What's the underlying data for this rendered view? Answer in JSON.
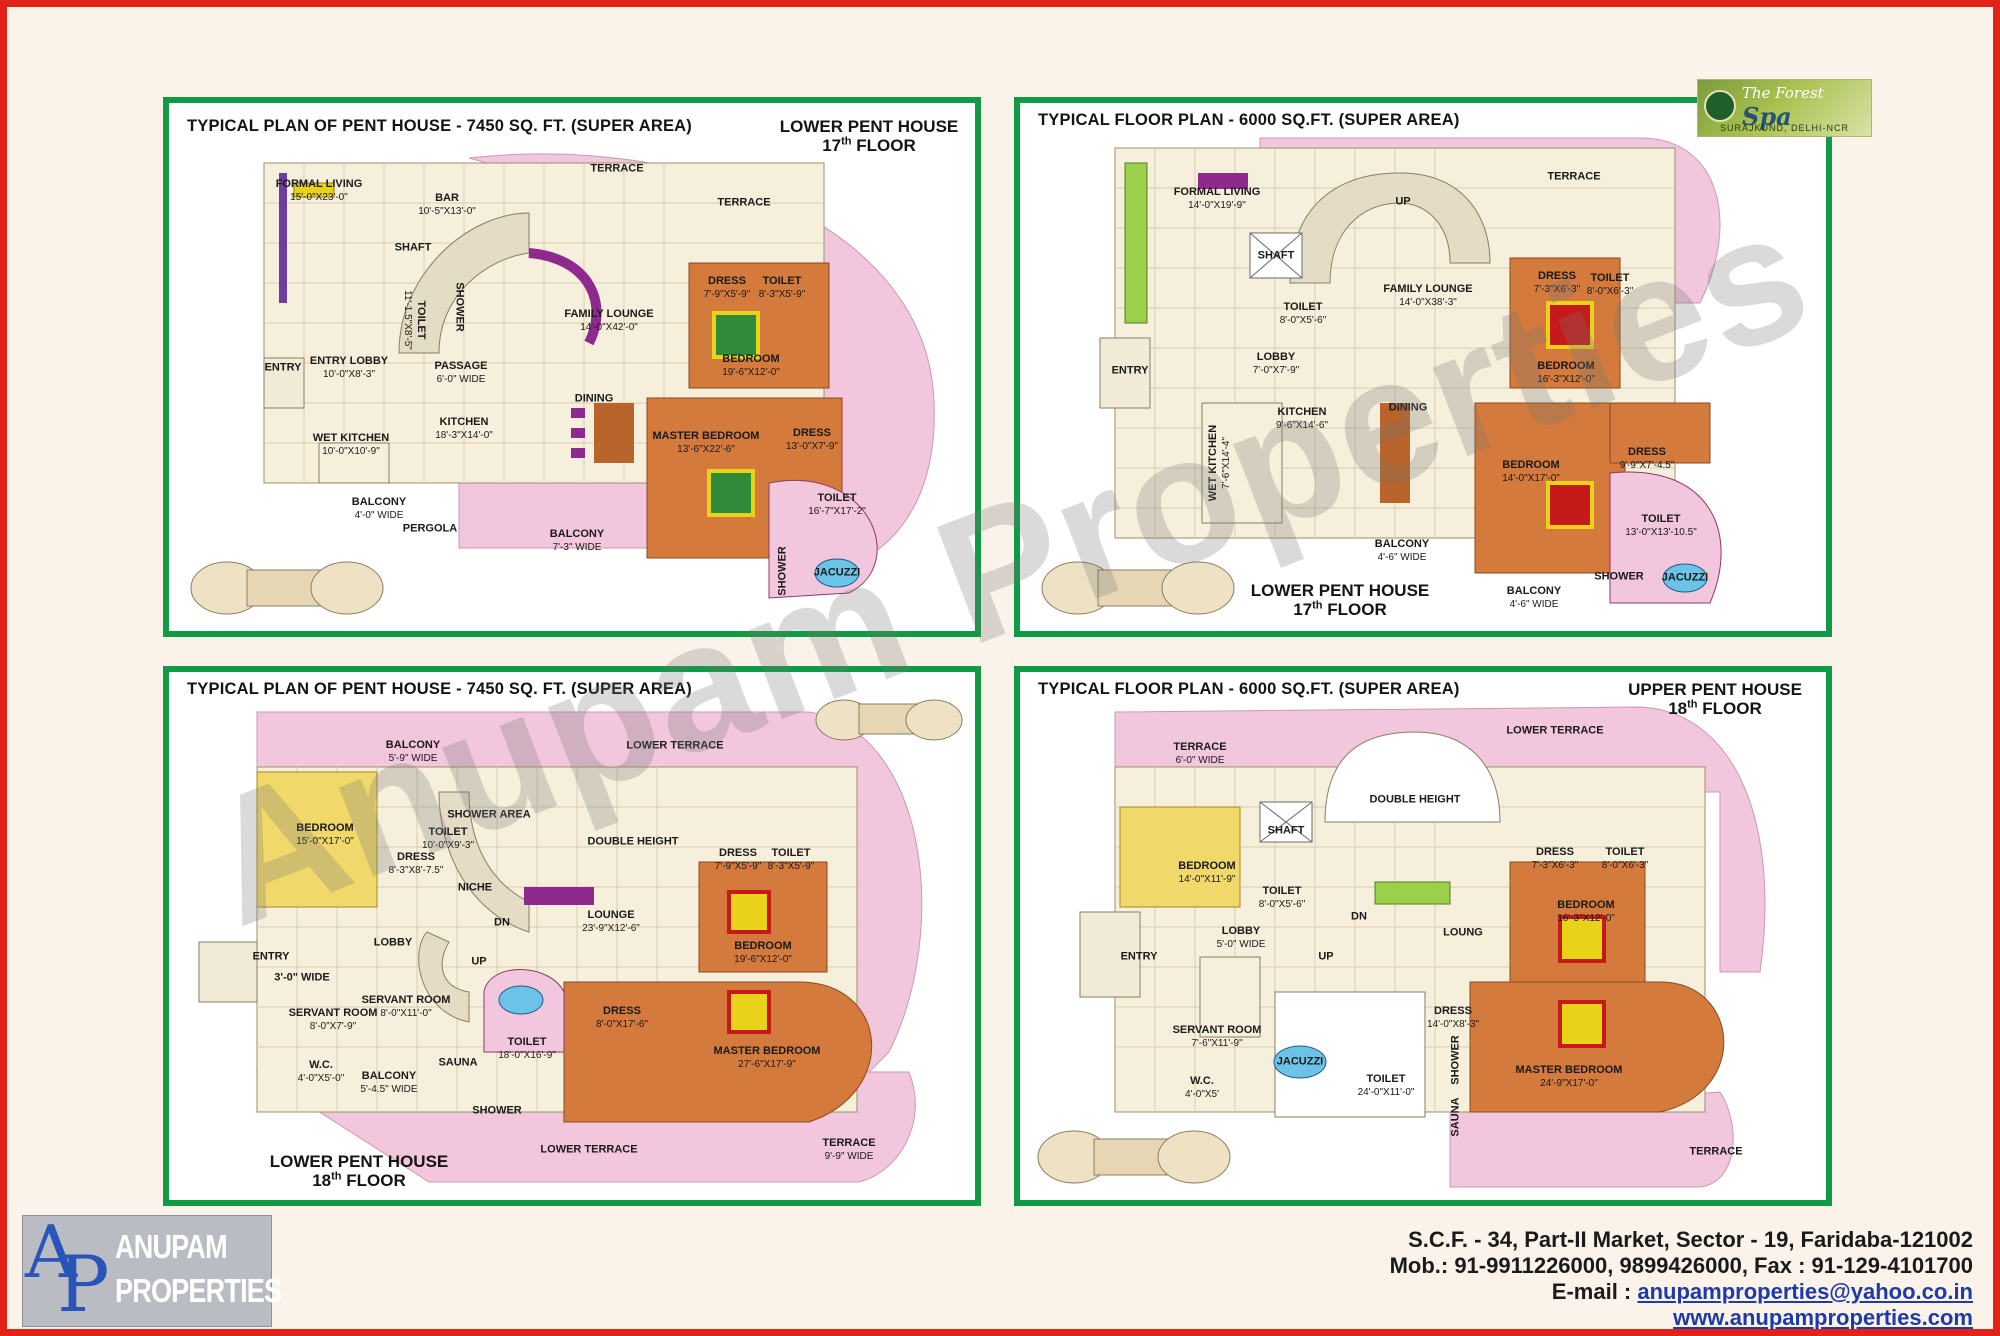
{
  "panels": [
    {
      "title": "TYPICAL PLAN OF PENT HOUSE - 7450 SQ. FT. (SUPER AREA)",
      "floor_label": "LOWER PENT HOUSE",
      "floor_number": "17",
      "floor_sup": "th",
      "floor_word": "FLOOR",
      "rooms": [
        {
          "name": "FORMAL LIVING",
          "dim": "15'-0\"X23'-0\""
        },
        {
          "name": "BAR",
          "dim": "10'-5\"X13'-0\""
        },
        {
          "name": "SHAFT",
          "dim": ""
        },
        {
          "name": "TOILET",
          "dim": "11'-1.5\"X8'-5\""
        },
        {
          "name": "SHOWER",
          "dim": ""
        },
        {
          "name": "TERRACE",
          "dim": ""
        },
        {
          "name": "TERRACE",
          "dim": ""
        },
        {
          "name": "FAMILY LOUNGE",
          "dim": "14'-0\"X42'-0\""
        },
        {
          "name": "DRESS",
          "dim": "7'-9\"X5'-9\""
        },
        {
          "name": "TOILET",
          "dim": "8'-3\"X5'-9\""
        },
        {
          "name": "BEDROOM",
          "dim": "19'-6\"X12'-0\""
        },
        {
          "name": "ENTRY",
          "dim": ""
        },
        {
          "name": "ENTRY LOBBY",
          "dim": "10'-0\"X8'-3\""
        },
        {
          "name": "PASSAGE",
          "dim": "6'-0\" WIDE"
        },
        {
          "name": "DINING",
          "dim": ""
        },
        {
          "name": "KITCHEN",
          "dim": "18'-3\"X14'-0\""
        },
        {
          "name": "WET KITCHEN",
          "dim": "10'-0\"X10'-9\""
        },
        {
          "name": "MASTER BEDROOM",
          "dim": "13'-6\"X22'-6\""
        },
        {
          "name": "DRESS",
          "dim": "13'-0\"X7'-9\""
        },
        {
          "name": "TOILET",
          "dim": "16'-7\"X17'-2\""
        },
        {
          "name": "BALCONY",
          "dim": "4'-0\" WIDE"
        },
        {
          "name": "PERGOLA",
          "dim": ""
        },
        {
          "name": "BALCONY",
          "dim": "7'-3\" WIDE"
        },
        {
          "name": "SHOWER",
          "dim": ""
        },
        {
          "name": "JACUZZI",
          "dim": ""
        }
      ]
    },
    {
      "title": "TYPICAL FLOOR PLAN - 6000 SQ.FT. (SUPER AREA)",
      "floor_label": "LOWER PENT HOUSE",
      "floor_number": "17",
      "floor_sup": "th",
      "floor_word": "FLOOR",
      "rooms": [
        {
          "name": "FORMAL LIVING",
          "dim": "14'-0\"X19'-9\""
        },
        {
          "name": "UP",
          "dim": ""
        },
        {
          "name": "TERRACE",
          "dim": ""
        },
        {
          "name": "SHAFT",
          "dim": ""
        },
        {
          "name": "FAMILY LOUNGE",
          "dim": "14'-0\"X38'-3\""
        },
        {
          "name": "DRESS",
          "dim": "7'-3\"X6'-3\""
        },
        {
          "name": "TOILET",
          "dim": "8'-0\"X6'-3\""
        },
        {
          "name": "TOILET",
          "dim": "8'-0\"X5'-6\""
        },
        {
          "name": "BEDROOM",
          "dim": "16'-3\"X12'-0\""
        },
        {
          "name": "ENTRY",
          "dim": ""
        },
        {
          "name": "LOBBY",
          "dim": "7'-0\"X7'-9\""
        },
        {
          "name": "KITCHEN",
          "dim": "9'-6\"X14'-6\""
        },
        {
          "name": "DINING",
          "dim": ""
        },
        {
          "name": "WET KITCHEN",
          "dim": "7'-6\"X14'-4\""
        },
        {
          "name": "BEDROOM",
          "dim": "14'-0\"X17'-0\""
        },
        {
          "name": "DRESS",
          "dim": "9'-9\"X7'-4.5\""
        },
        {
          "name": "TOILET",
          "dim": "13'-0\"X13'-10.5\""
        },
        {
          "name": "BALCONY",
          "dim": "4'-6\" WIDE"
        },
        {
          "name": "SHOWER",
          "dim": ""
        },
        {
          "name": "JACUZZI",
          "dim": ""
        },
        {
          "name": "BALCONY",
          "dim": "4'-6\" WIDE"
        }
      ]
    },
    {
      "title": "TYPICAL PLAN OF PENT HOUSE - 7450 SQ. FT. (SUPER AREA)",
      "floor_label": "LOWER PENT HOUSE",
      "floor_number": "18",
      "floor_sup": "th",
      "floor_word": "FLOOR",
      "rooms": [
        {
          "name": "BALCONY",
          "dim": "5'-9\" WIDE"
        },
        {
          "name": "LOWER TERRACE",
          "dim": ""
        },
        {
          "name": "BEDROOM",
          "dim": "15'-0\"X17'-0\""
        },
        {
          "name": "SHOWER AREA",
          "dim": ""
        },
        {
          "name": "TOILET",
          "dim": "10'-0\"X9'-3\""
        },
        {
          "name": "DRESS",
          "dim": "8'-3\"X8'-7.5\""
        },
        {
          "name": "NICHE",
          "dim": ""
        },
        {
          "name": "DOUBLE HEIGHT",
          "dim": ""
        },
        {
          "name": "DRESS",
          "dim": "7'-9\"X5'-9\""
        },
        {
          "name": "TOILET",
          "dim": "8'-3\"X5'-9\""
        },
        {
          "name": "LOUNGE",
          "dim": "23'-9\"X12'-6\""
        },
        {
          "name": "BEDROOM",
          "dim": "19'-6\"X12'-0\""
        },
        {
          "name": "ENTRY",
          "dim": ""
        },
        {
          "name": "LOBBY",
          "dim": ""
        },
        {
          "name": "DN",
          "dim": ""
        },
        {
          "name": "UP",
          "dim": ""
        },
        {
          "name": "3'-0\" WIDE",
          "dim": ""
        },
        {
          "name": "SERVANT ROOM",
          "dim": "8'-0\"X11'-0\""
        },
        {
          "name": "SERVANT ROOM",
          "dim": "8'-0\"X7'-9\""
        },
        {
          "name": "W.C.",
          "dim": "4'-0\"X5'-0\""
        },
        {
          "name": "BALCONY",
          "dim": "5'-4.5\" WIDE"
        },
        {
          "name": "SAUNA",
          "dim": ""
        },
        {
          "name": "TOILET",
          "dim": "18'-0\"X16'-9\""
        },
        {
          "name": "SHOWER",
          "dim": ""
        },
        {
          "name": "DRESS",
          "dim": "8'-0\"X17'-6\""
        },
        {
          "name": "MASTER BEDROOM",
          "dim": "27'-6\"X17'-9\""
        },
        {
          "name": "LOWER TERRACE",
          "dim": ""
        },
        {
          "name": "TERRACE",
          "dim": "9'-9\" WIDE"
        }
      ]
    },
    {
      "title": "TYPICAL FLOOR PLAN - 6000 SQ.FT. (SUPER AREA)",
      "floor_label": "UPPER PENT HOUSE",
      "floor_number": "18",
      "floor_sup": "th",
      "floor_word": "FLOOR",
      "rooms": [
        {
          "name": "TERRACE",
          "dim": "6'-0\" WIDE"
        },
        {
          "name": "LOWER TERRACE",
          "dim": ""
        },
        {
          "name": "SHAFT",
          "dim": ""
        },
        {
          "name": "DOUBLE HEIGHT",
          "dim": ""
        },
        {
          "name": "BEDROOM",
          "dim": "14'-0\"X11'-9\""
        },
        {
          "name": "TOILET",
          "dim": "8'-0\"X5'-6\""
        },
        {
          "name": "DRESS",
          "dim": "7'-3\"X6'-3\""
        },
        {
          "name": "TOILET",
          "dim": "8'-0\"X6'-3\""
        },
        {
          "name": "BEDROOM",
          "dim": "16'-3\"X12'-0\""
        },
        {
          "name": "ENTRY",
          "dim": ""
        },
        {
          "name": "LOBBY",
          "dim": "5'-0\" WIDE"
        },
        {
          "name": "DN",
          "dim": ""
        },
        {
          "name": "LOUNG",
          "dim": ""
        },
        {
          "name": "UP",
          "dim": ""
        },
        {
          "name": "DRESS",
          "dim": "14'-0\"X8'-3\""
        },
        {
          "name": "SERVANT ROOM",
          "dim": "7'-6\"X11'-9\""
        },
        {
          "name": "W.C.",
          "dim": "4'-0\"X5'"
        },
        {
          "name": "JACUZZI",
          "dim": ""
        },
        {
          "name": "TOILET",
          "dim": "24'-0\"X11'-0\""
        },
        {
          "name": "SHOWER",
          "dim": ""
        },
        {
          "name": "SAUNA",
          "dim": ""
        },
        {
          "name": "MASTER BEDROOM",
          "dim": "24'-9\"X17'-0\""
        },
        {
          "name": "TERRACE",
          "dim": ""
        }
      ]
    }
  ],
  "brand_badge": {
    "line1": "The Forest",
    "line2": "Spa",
    "location": "SURAJKUND, DELHI-NCR"
  },
  "watermark": "Anupam Properties",
  "logo": {
    "monogram_a": "A",
    "monogram_p": "P",
    "word1": "ANUPAM",
    "word2": "PROPERTIES"
  },
  "contact": {
    "address": "S.C.F. - 34, Part-II Market, Sector - 19, Faridaba-121002",
    "phones": "Mob.: 91-9911226000, 9899426000, Fax : 91-129-4101700",
    "email_label": "E-mail :",
    "email": "anupamproperties@yahoo.co.in",
    "website": "www.anupamproperties.com"
  },
  "colors": {
    "frame_border": "#e2231a",
    "panel_border": "#0f9a45",
    "terrace": "#f2c6dc",
    "floor_tile": "#f6efdc",
    "wood_floor": "#d37a3c",
    "link": "#1c3aa8"
  }
}
